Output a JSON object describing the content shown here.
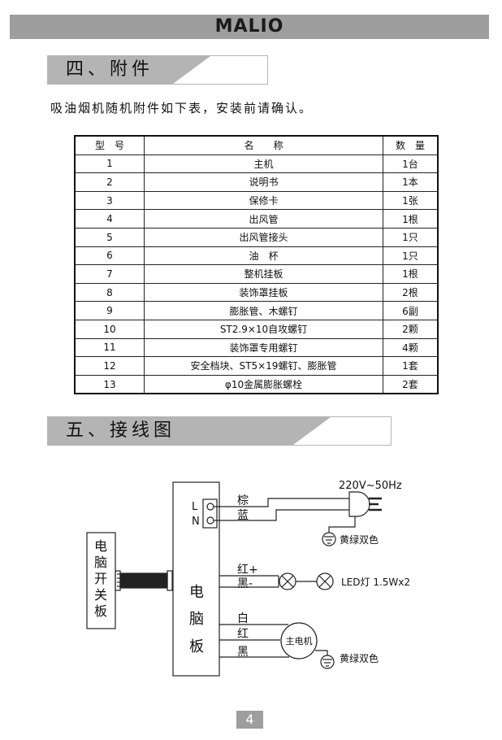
{
  "header": {
    "brand": "MALIO"
  },
  "section4": {
    "title": "四、附件"
  },
  "intro": "吸油烟机随机附件如下表，安装前请确认。",
  "table": {
    "headers": [
      "型　号",
      "名　　称",
      "数　量"
    ],
    "rows": [
      [
        "1",
        "主机",
        "1台"
      ],
      [
        "2",
        "说明书",
        "1本"
      ],
      [
        "3",
        "保修卡",
        "1张"
      ],
      [
        "4",
        "出风管",
        "1根"
      ],
      [
        "5",
        "出风管接头",
        "1只"
      ],
      [
        "6",
        "油　杯",
        "1只"
      ],
      [
        "7",
        "整机挂板",
        "1根"
      ],
      [
        "8",
        "装饰罩挂板",
        "2根"
      ],
      [
        "9",
        "膨胀管、木螺钉",
        "6副"
      ],
      [
        "10",
        "ST2.9×10自攻螺钉",
        "2颗"
      ],
      [
        "11",
        "装饰罩专用螺钉",
        "4颗"
      ],
      [
        "12",
        "安全档块、ST5×19螺钉、膨胀管",
        "1套"
      ],
      [
        "13",
        "φ10金属膨胀螺栓",
        "2套"
      ]
    ]
  },
  "section5": {
    "title": "五、接线图"
  },
  "diagram": {
    "power": "220V~50Hz",
    "L": "L",
    "N": "N",
    "brown": "棕",
    "blue": "蓝",
    "ground1": "黄绿双色",
    "switch_board": [
      "电",
      "脑",
      "开",
      "关",
      "板"
    ],
    "main_board": [
      "电",
      "脑",
      "板"
    ],
    "red_plus": "红+",
    "black_minus": "黑-",
    "led": "LED灯 1.5Wx2",
    "white": "白",
    "red": "红",
    "black": "黑",
    "motor": "主电机",
    "ground2": "黄绿双色"
  },
  "page_number": "4"
}
